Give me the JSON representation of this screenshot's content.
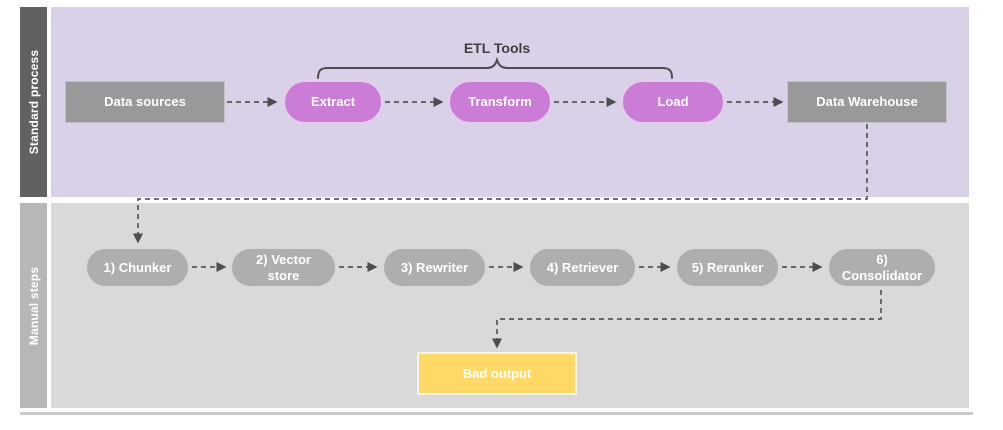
{
  "diagram": {
    "lanes": {
      "standard": {
        "label": "Standard process"
      },
      "manual": {
        "label": "Manual steps"
      }
    },
    "standard_process": {
      "data_sources": "Data sources",
      "etl_tools_label": "ETL Tools",
      "extract": "Extract",
      "transform": "Transform",
      "load": "Load",
      "data_warehouse": "Data Warehouse"
    },
    "manual_steps": {
      "chunker": "1) Chunker",
      "vector_store": "2) Vector store",
      "rewriter": "3) Rewriter",
      "retriever": "4) Retriever",
      "reranker": "5) Reranker",
      "consolidator": "6) Consolidator",
      "bad_output": "Bad output"
    },
    "colors": {
      "standard_lane_bg": "#d8d1e7",
      "manual_lane_bg": "#d9d9d9",
      "standard_lane_bar": "#616161",
      "manual_lane_bar": "#b7b7b7",
      "etl_pill": "#cb7cd6",
      "gray_node": "#999999",
      "manual_pill": "#aeaeae",
      "bad_output_fill": "#ffd966",
      "connector": "#575757",
      "node_text": "#ffffff"
    }
  }
}
